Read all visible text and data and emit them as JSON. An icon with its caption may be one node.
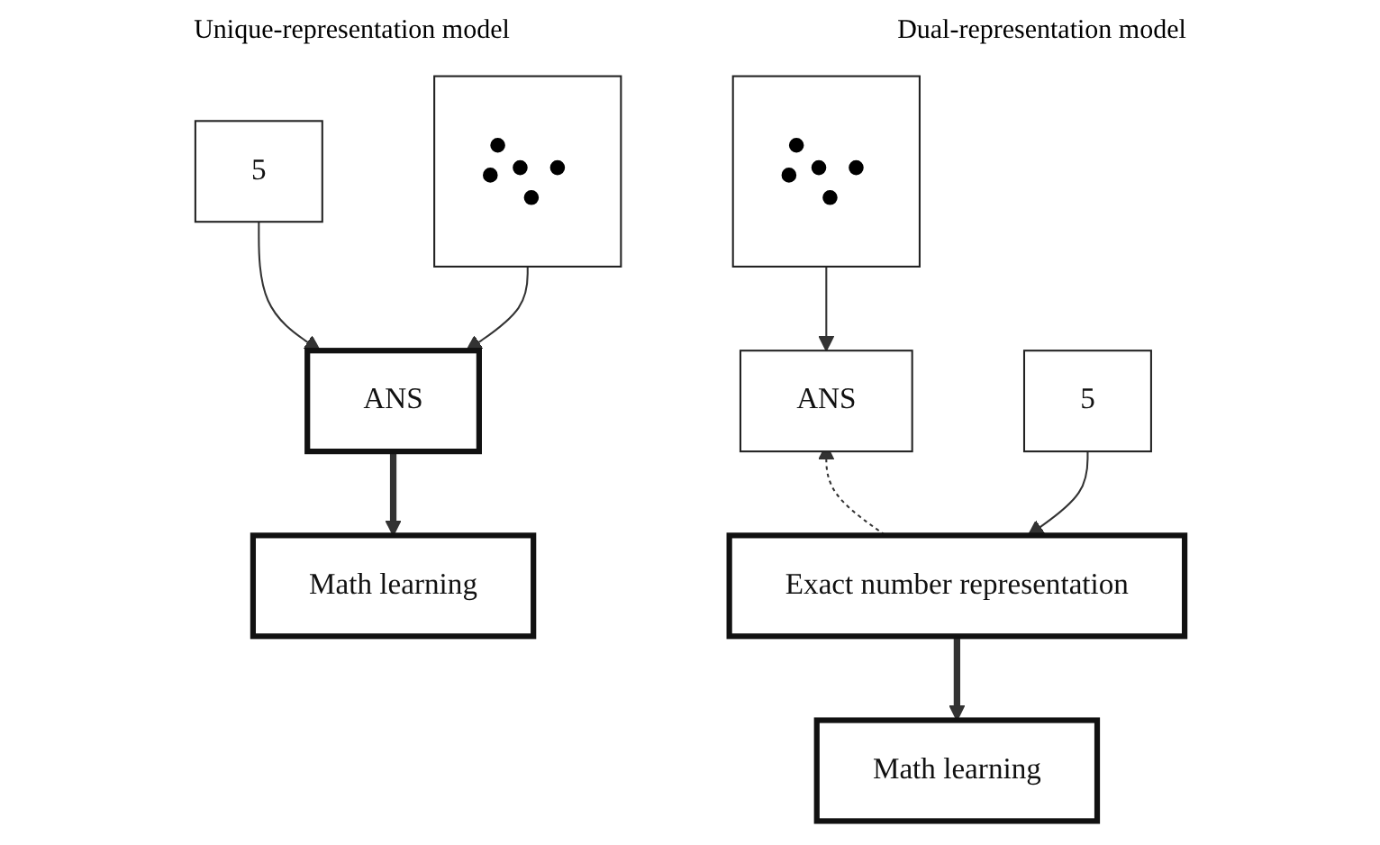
{
  "diagram": {
    "nodes": [
      {
        "text": [
          "5"
        ]
      },
      {
        "text": [],
        "shape": "picture"
      },
      {
        "text": [
          "ANS"
        ]
      },
      {
        "text": [
          "Math learning"
        ]
      },
      {
        "text": [],
        "shape": "picture"
      },
      {
        "text": [
          "ANS"
        ]
      },
      {
        "text": [
          "5"
        ]
      },
      {
        "text": [
          "Exact number representation"
        ]
      },
      {
        "text": [
          "Math learning"
        ]
      }
    ],
    "edges": [
      {
        "from": 0,
        "to": 2,
        "arrow": "to"
      },
      {
        "from": 1,
        "to": 2,
        "arrow": "to"
      },
      {
        "from": 2,
        "to": 3,
        "arrow": "to",
        "style": "thick"
      },
      {
        "from": 4,
        "to": 5,
        "arrow": "to"
      },
      {
        "from": 7,
        "to": 5,
        "arrow": "to",
        "style": "dashed"
      },
      {
        "from": 6,
        "to": 7,
        "arrow": "to"
      },
      {
        "from": 7,
        "to": 8,
        "arrow": "to",
        "style": "thick"
      }
    ],
    "labels": [
      "Unique-representation model",
      "Dual-representation model"
    ]
  }
}
